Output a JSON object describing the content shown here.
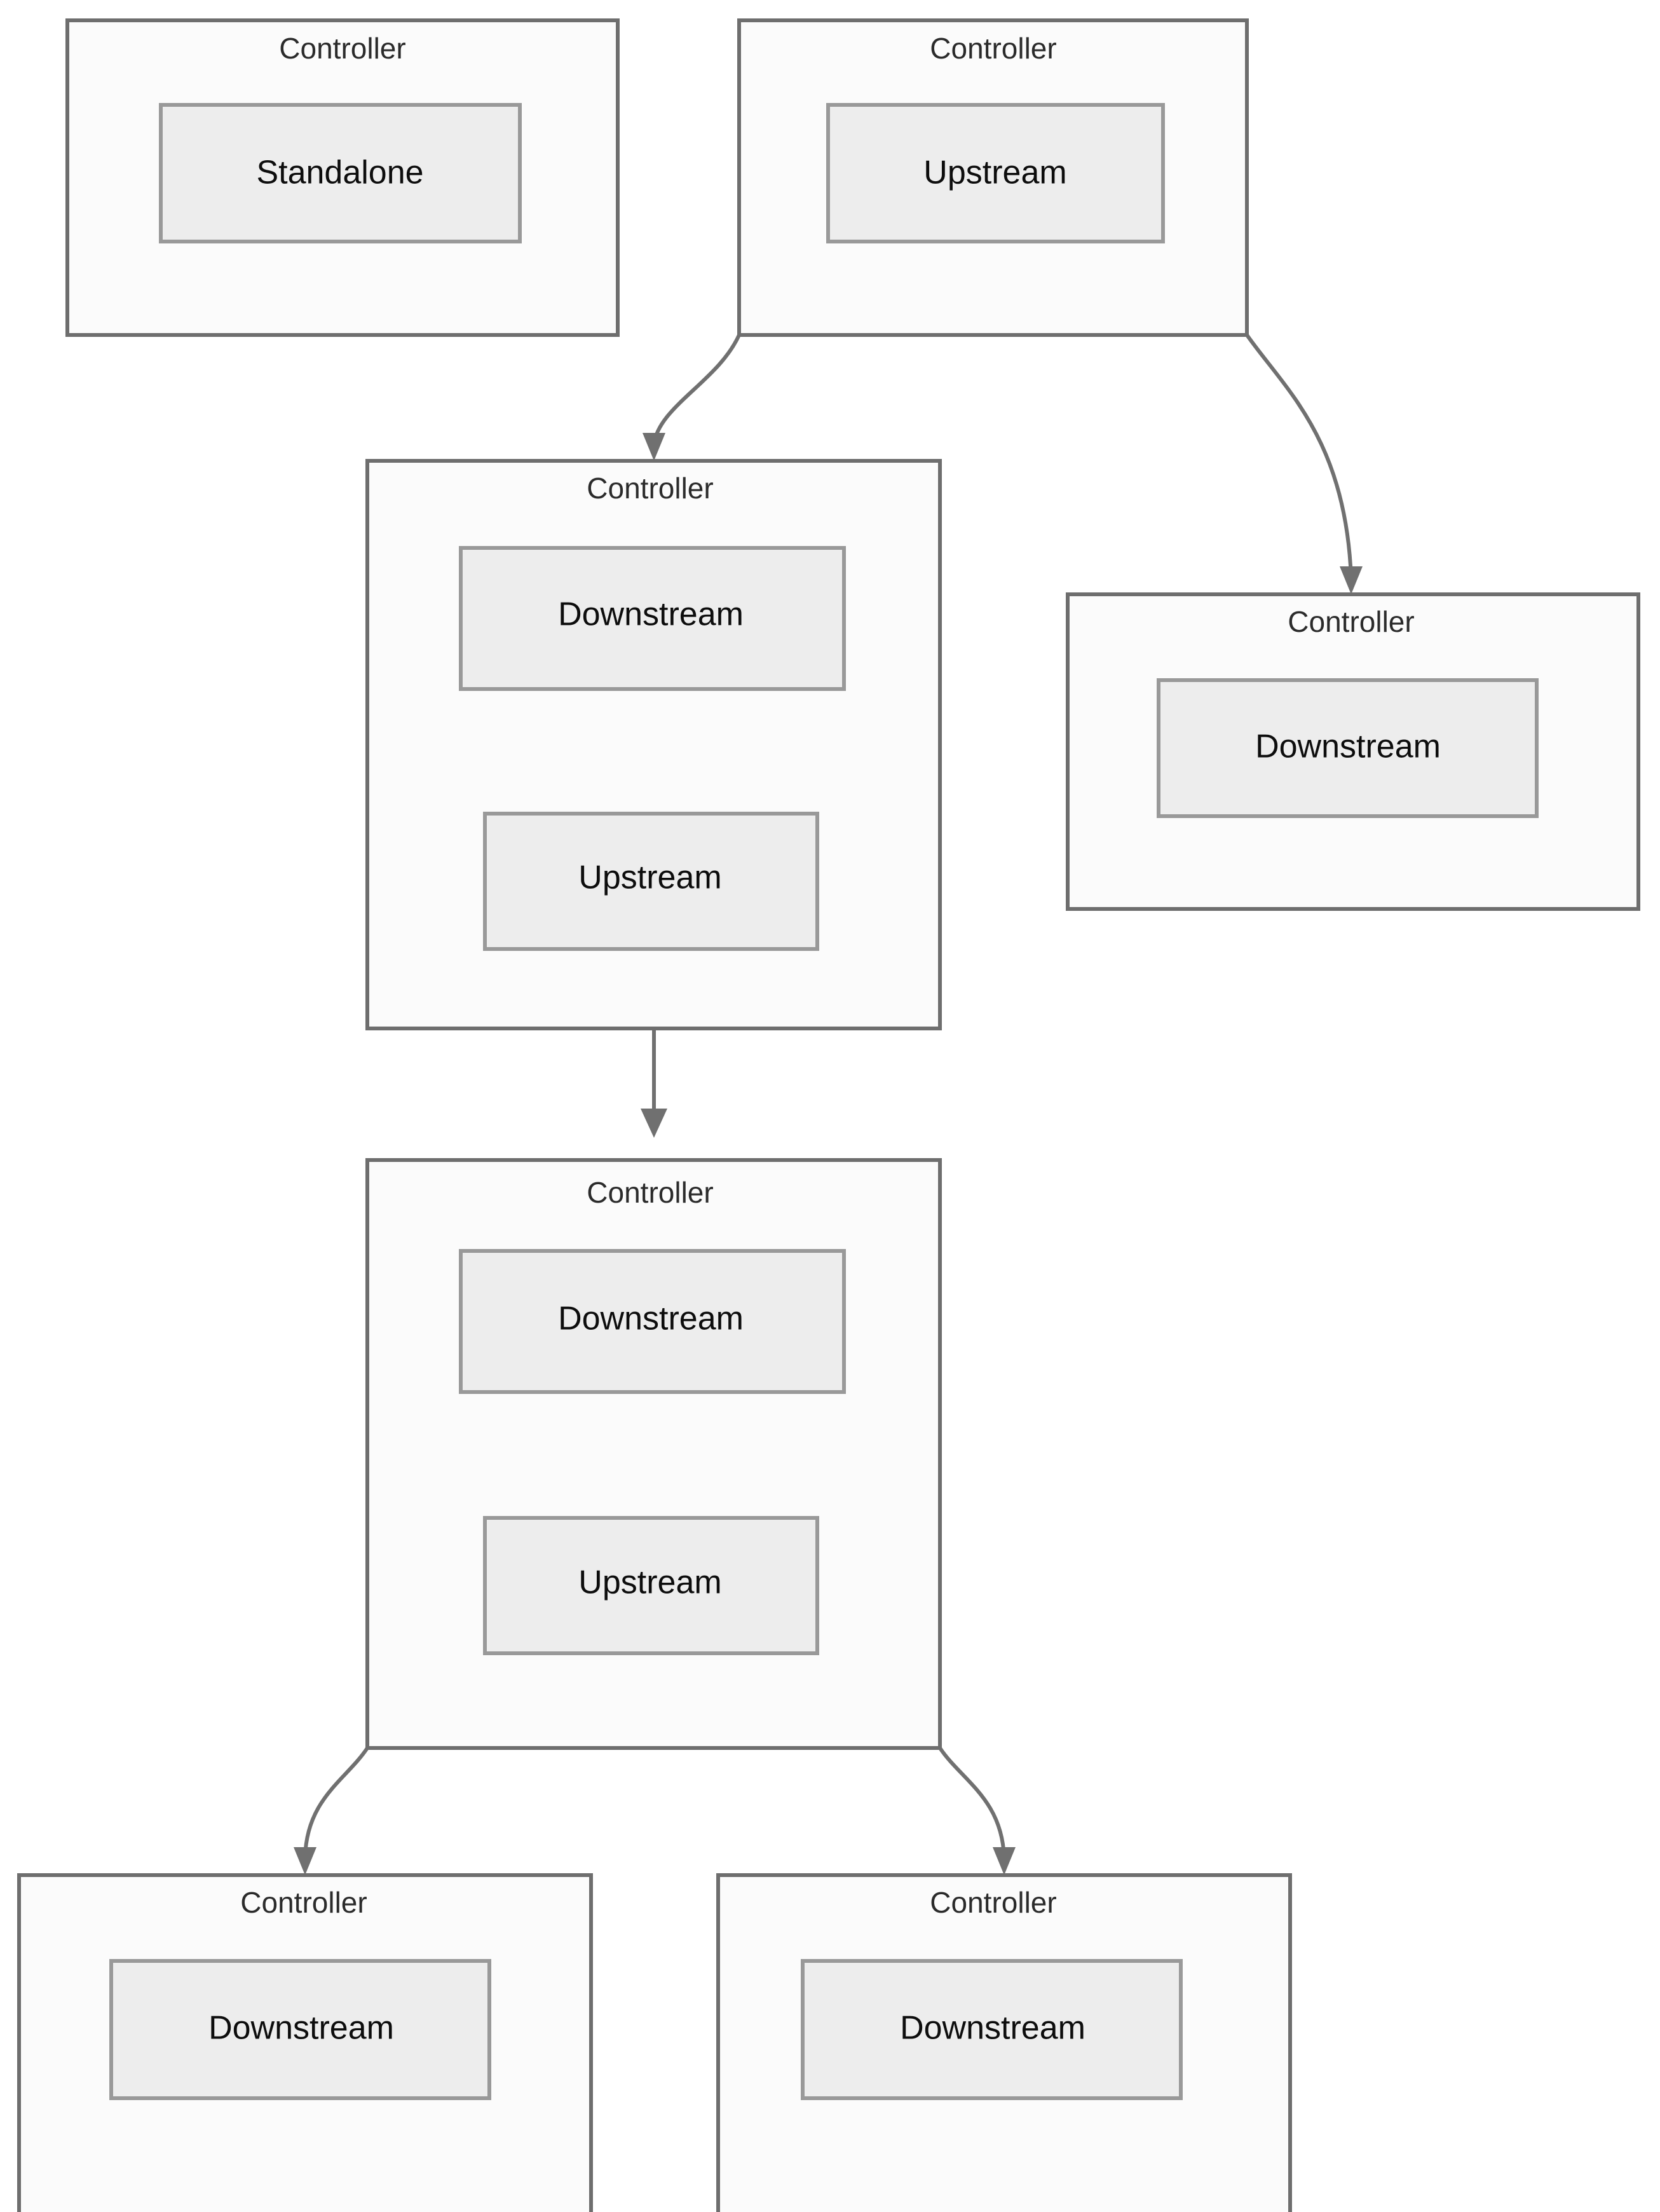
{
  "diagram": {
    "type": "node-graph",
    "title": "",
    "background_color": "#ffffff",
    "colors": {
      "controller_fill": "#fbfbfb",
      "controller_stroke": "#6e6e6e",
      "role_fill": "#ededed",
      "role_stroke": "#999999",
      "edge_stroke": "#707070",
      "controller_label_color": "#2b2b2b",
      "role_label_color": "#0d0d0d"
    },
    "nodes": [
      {
        "id": "c-standalone",
        "title": "Controller",
        "roles": [
          "Standalone"
        ]
      },
      {
        "id": "c-root-upstream",
        "title": "Controller",
        "roles": [
          "Upstream"
        ]
      },
      {
        "id": "c-mid-1",
        "title": "Controller",
        "roles": [
          "Downstream",
          "Upstream"
        ]
      },
      {
        "id": "c-right-downstream",
        "title": "Controller",
        "roles": [
          "Downstream"
        ]
      },
      {
        "id": "c-mid-2",
        "title": "Controller",
        "roles": [
          "Downstream",
          "Upstream"
        ]
      },
      {
        "id": "c-leaf-left",
        "title": "Controller",
        "roles": [
          "Downstream"
        ]
      },
      {
        "id": "c-leaf-right",
        "title": "Controller",
        "roles": [
          "Downstream"
        ]
      }
    ],
    "edges": [
      {
        "from": "c-root-upstream",
        "to": "c-mid-1",
        "arrow": "end"
      },
      {
        "from": "c-root-upstream",
        "to": "c-right-downstream",
        "arrow": "end"
      },
      {
        "from": "c-mid-1",
        "to": "c-mid-2",
        "arrow": "end"
      },
      {
        "from": "c-mid-2",
        "to": "c-leaf-left",
        "arrow": "end"
      },
      {
        "from": "c-mid-2",
        "to": "c-leaf-right",
        "arrow": "end"
      }
    ],
    "labels": {
      "controller": "Controller",
      "standalone": "Standalone",
      "upstream": "Upstream",
      "downstream": "Downstream"
    }
  }
}
